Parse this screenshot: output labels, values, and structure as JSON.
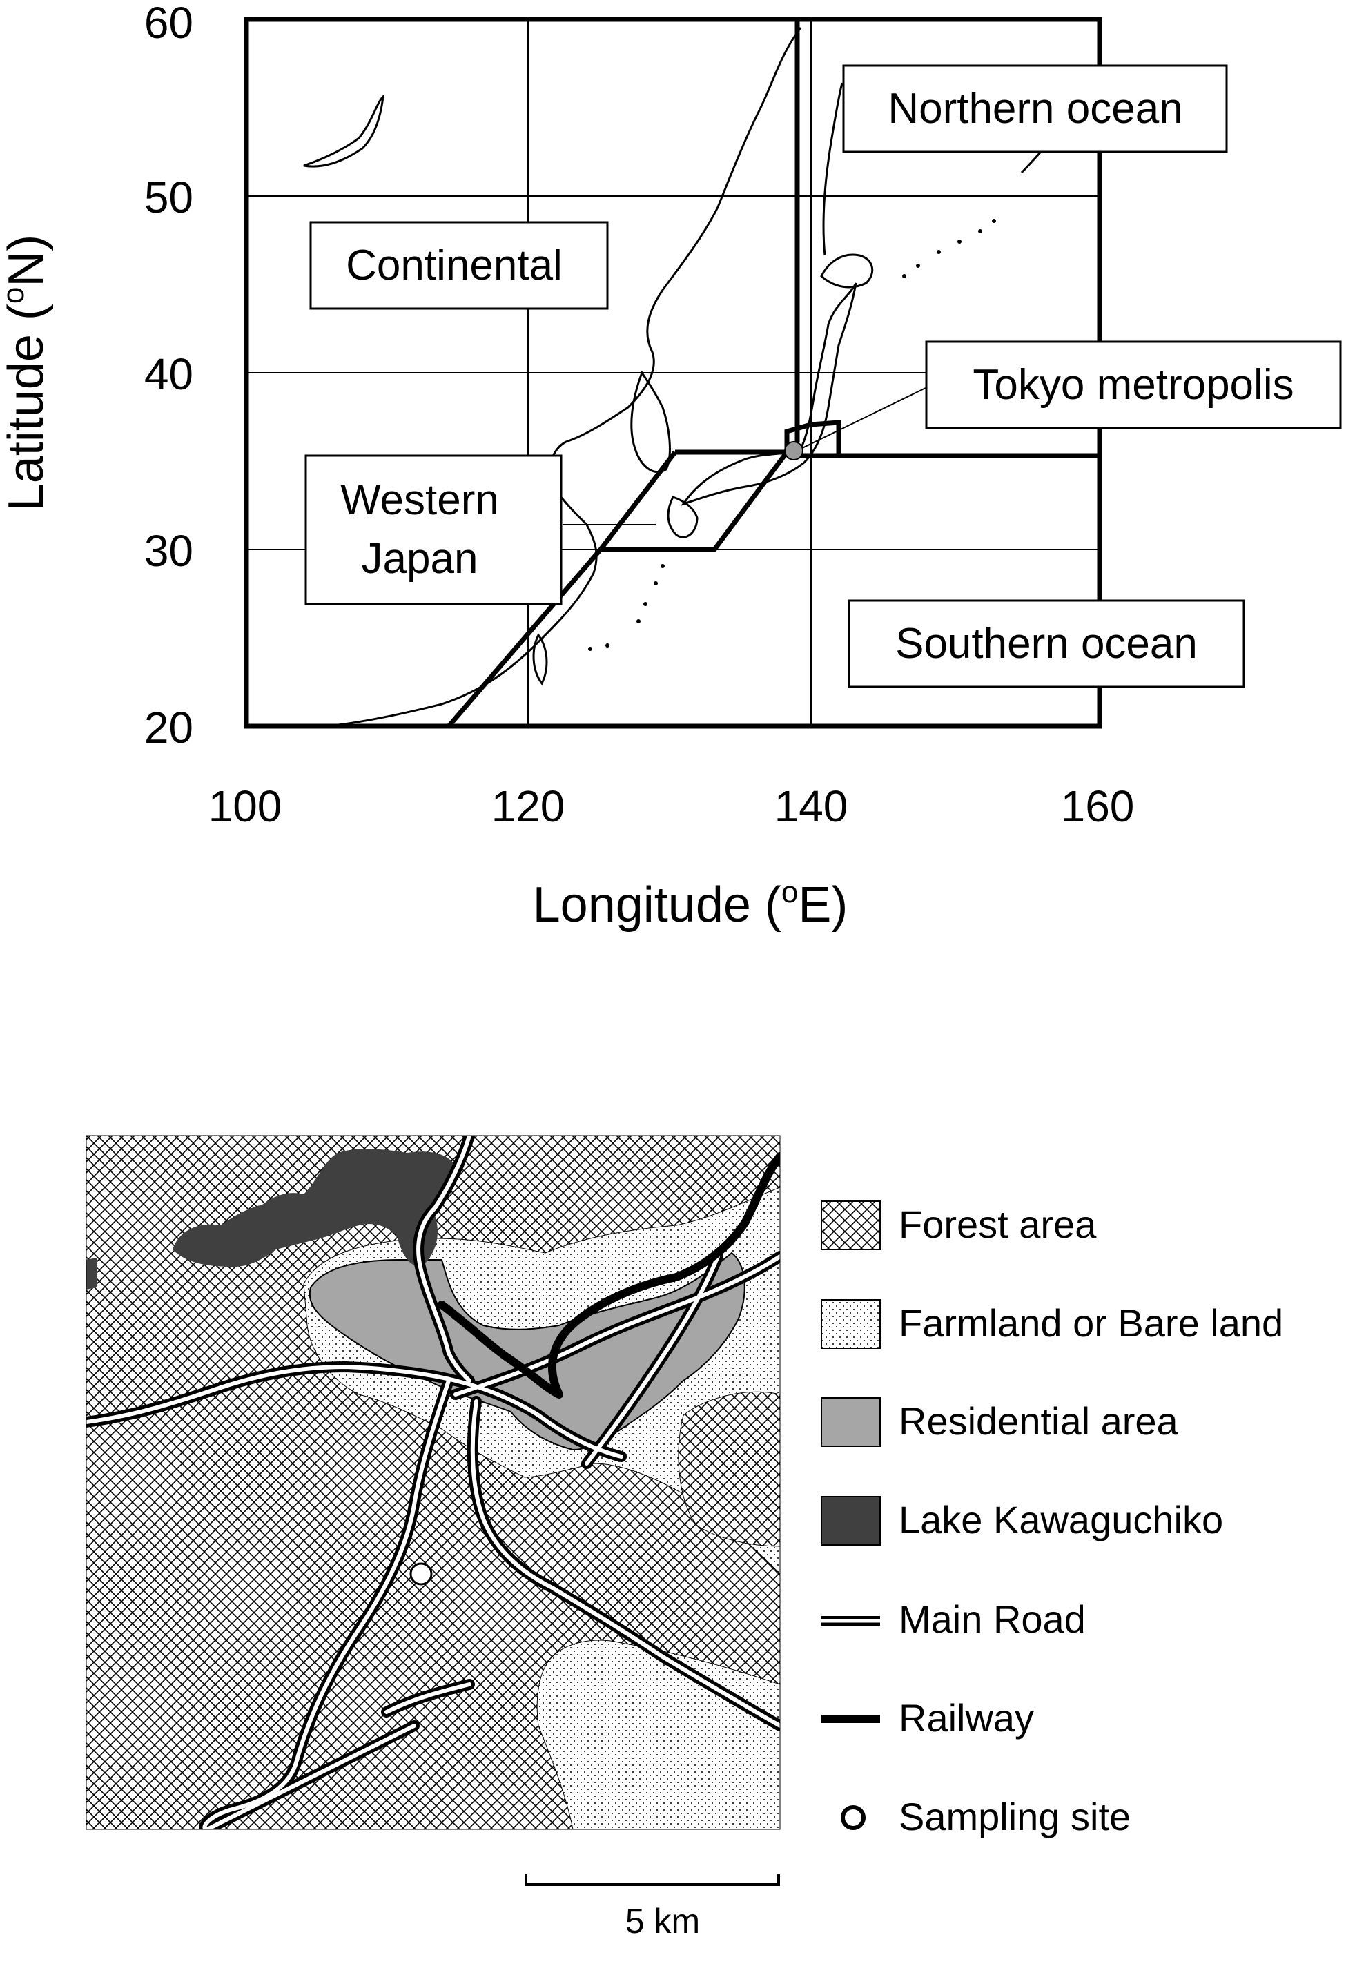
{
  "top_map": {
    "y_axis": {
      "label": "Latitude (",
      "label_sup": "o",
      "label_end": "N)",
      "ticks": [
        "60",
        "50",
        "40",
        "30",
        "20"
      ]
    },
    "x_axis": {
      "label": "Longitude (",
      "label_sup": "o",
      "label_end": "E)",
      "ticks": [
        "100",
        "120",
        "140",
        "160"
      ]
    },
    "regions": {
      "northern_ocean": "Northern ocean",
      "continental": "Continental",
      "tokyo_metropolis": "Tokyo metropolis",
      "western_japan_line1": "Western",
      "western_japan_line2": "Japan",
      "southern_ocean": "Southern ocean"
    },
    "site_marker_color": "#9a9a9a"
  },
  "bottom_map": {
    "legend": [
      {
        "label": "Forest area",
        "icon": "crosshatch-swatch"
      },
      {
        "label": "Farmland or Bare land",
        "icon": "dotted-swatch"
      },
      {
        "label": "Residential area",
        "icon": "light-gray-swatch"
      },
      {
        "label": "Lake Kawaguchiko",
        "icon": "dark-gray-swatch"
      },
      {
        "label": "Main Road",
        "icon": "double-line"
      },
      {
        "label": "Railway",
        "icon": "thick-line"
      },
      {
        "label": "Sampling site",
        "icon": "open-circle"
      }
    ],
    "scale_bar": "5 km",
    "colors": {
      "forest_hatch": "#000000",
      "residential": "#a6a6a6",
      "lake": "#404040",
      "farmland": "#ffffff"
    }
  }
}
